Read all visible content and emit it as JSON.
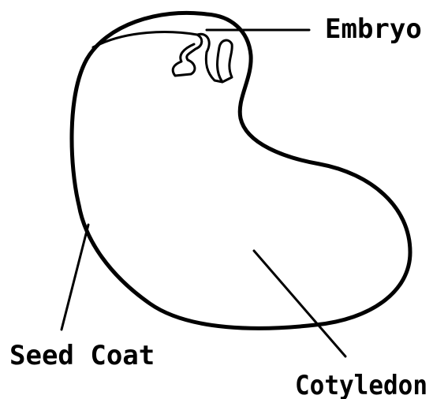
{
  "labels": {
    "embryo": "Embryo",
    "seed_coat": "Seed Coat",
    "cotyledon": "Cotyledon"
  },
  "colors": {
    "ink": "#000000",
    "background": "#ffffff"
  }
}
